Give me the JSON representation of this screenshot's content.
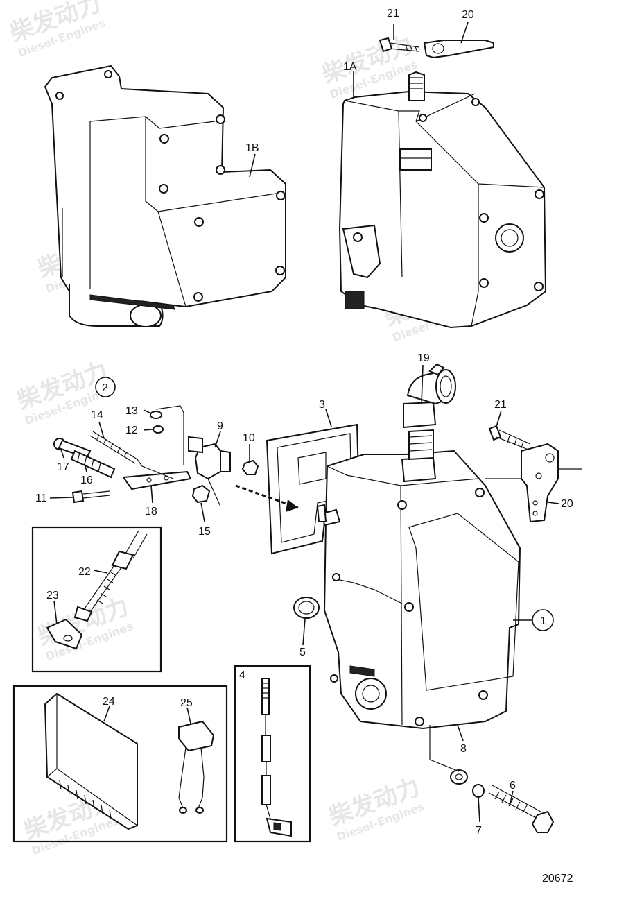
{
  "drawing_number": "20672",
  "watermark": {
    "cn": "柴发动力",
    "en": "Diesel-Engines"
  },
  "callouts": {
    "c21a": "21",
    "c20a": "20",
    "c1A": "1A",
    "c1B": "1B",
    "c19": "19",
    "c3": "3",
    "c2": "2",
    "c13": "13",
    "c12": "12",
    "c14": "14",
    "c9": "9",
    "c10": "10",
    "c17": "17",
    "c16": "16",
    "c11": "11",
    "c18": "18",
    "c15": "15",
    "c21b": "21",
    "c20b": "20",
    "c22": "22",
    "c23": "23",
    "c5": "5",
    "c1": "1",
    "c4": "4",
    "c24": "24",
    "c25": "25",
    "c8": "8",
    "c6": "6",
    "c7": "7"
  }
}
